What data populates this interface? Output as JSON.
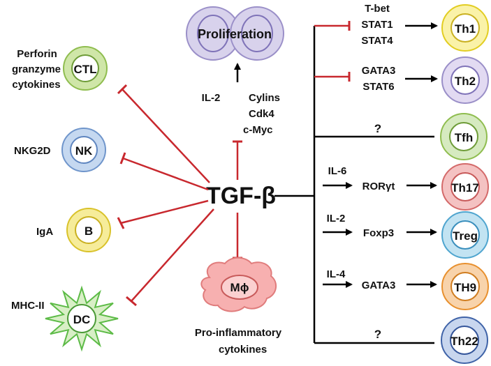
{
  "colors": {
    "inhibit": "#c8282e",
    "arrow": "#000000",
    "cells": {
      "Th1": "#f2df3a",
      "Th2": "#b6a6d9",
      "Tfh": "#9bc56b",
      "Th17": "#e07c7c",
      "Treg": "#5fb3d8",
      "TH9": "#f0a04e",
      "Th22": "#4f73b8",
      "CTL": "#a8cf6a",
      "NK": "#7fa5d8",
      "B": "#f2df3a",
      "DC": "#5dbb47",
      "Mphi": "#f08b8b",
      "Prolif": "#b7aed8"
    }
  },
  "center": {
    "label": "TGF-β"
  },
  "proliferation": {
    "label": "Proliferation"
  },
  "upstream_labels": {
    "il2": "IL-2",
    "cylins": "Cylins",
    "cdk4": "Cdk4",
    "cmyc": "c-Myc"
  },
  "macrophage": {
    "label": "Mϕ",
    "caption_line1": "Pro-inflammatory",
    "caption_line2": "cytokines"
  },
  "left_cells": [
    {
      "label": "CTL",
      "effect_line1": "Perforin",
      "effect_line2": "granzyme",
      "effect_line3": "cytokines"
    },
    {
      "label": "NK",
      "effect": "NKG2D"
    },
    {
      "label": "B",
      "effect": "IgA"
    },
    {
      "label": "DC",
      "effect": "MHC-II"
    }
  ],
  "right_cells": [
    {
      "label": "Th1",
      "factors": [
        "T-bet",
        "STAT1",
        "STAT4"
      ]
    },
    {
      "label": "Th2",
      "factors": [
        "GATA3",
        "STAT6"
      ]
    },
    {
      "label": "Tfh",
      "factors": [
        "?"
      ]
    },
    {
      "label": "Th17",
      "cytokine": "IL-6",
      "factors": [
        "RORγt"
      ]
    },
    {
      "label": "Treg",
      "cytokine": "IL-2",
      "factors": [
        "Foxp3"
      ]
    },
    {
      "label": "TH9",
      "cytokine": "IL-4",
      "factors": [
        "GATA3"
      ]
    },
    {
      "label": "Th22",
      "factors": [
        "?"
      ]
    }
  ]
}
